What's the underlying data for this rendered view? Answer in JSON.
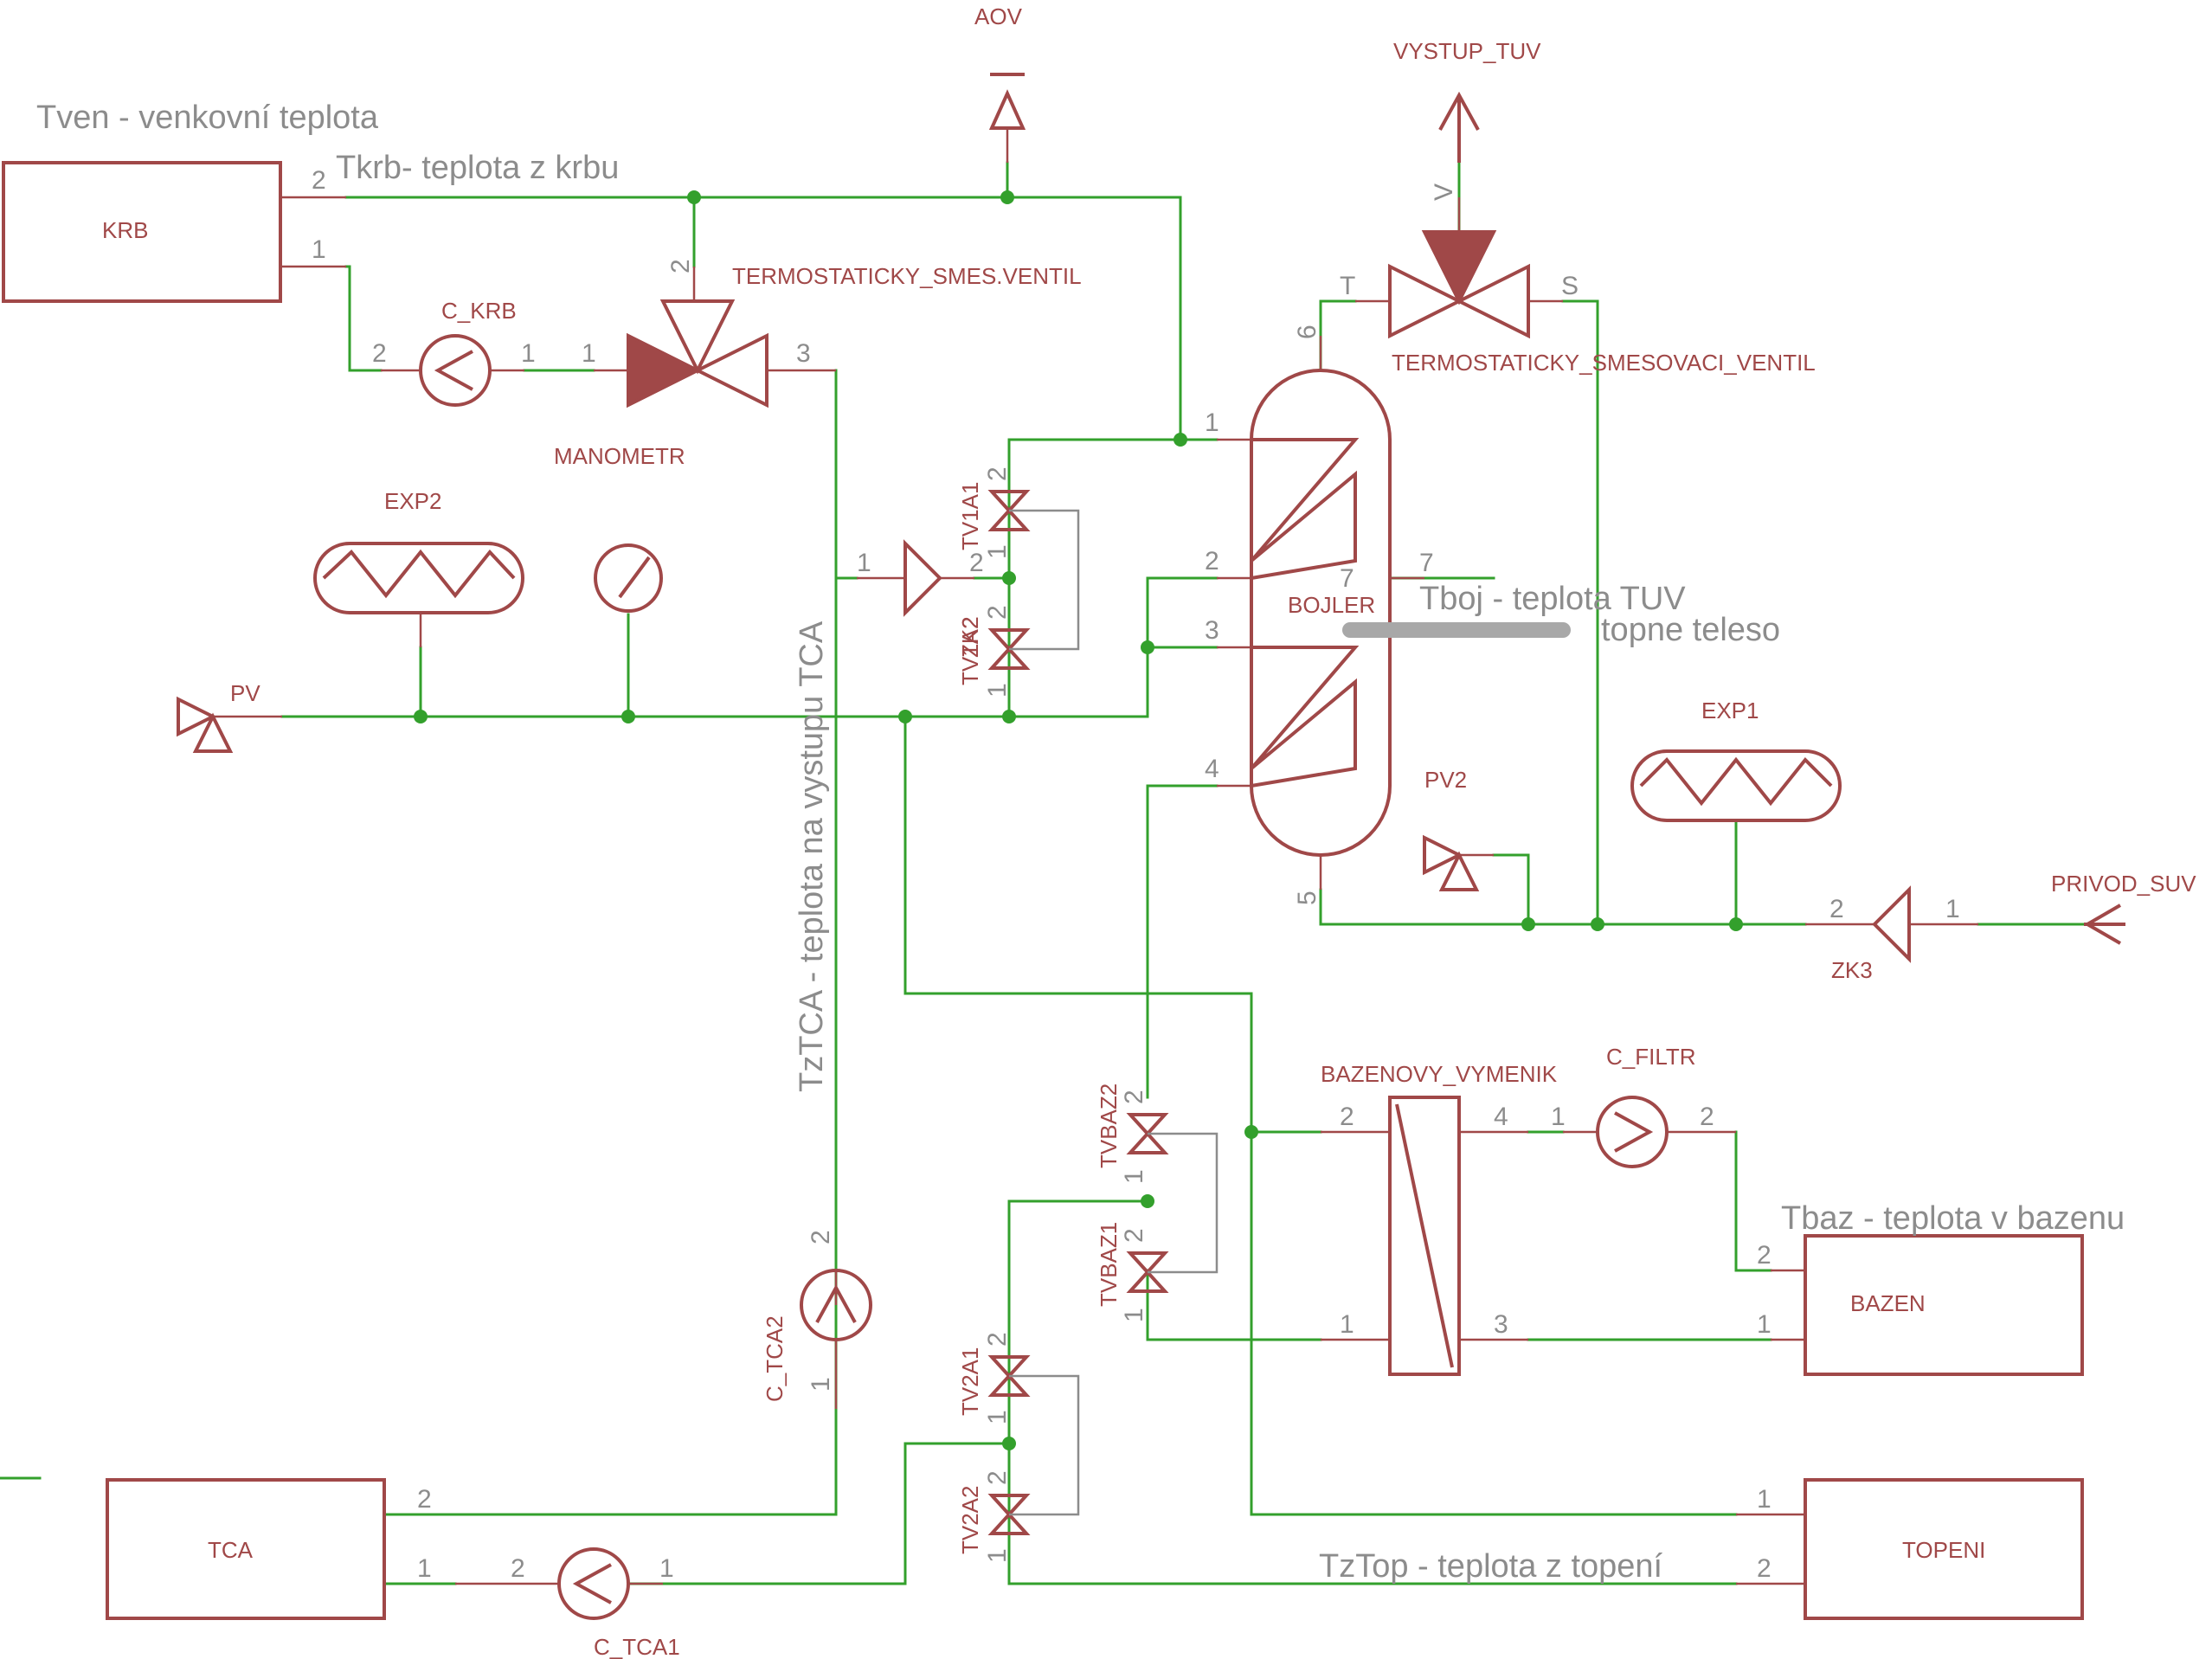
{
  "components": {
    "krb": "KRB",
    "c_krb": "C_KRB",
    "manometr": "MANOMETR",
    "termo_smes_ventil": "TERMOSTATICKY_SMES.VENTIL",
    "aov": "AOV",
    "exp2": "EXP2",
    "pv": "PV",
    "tv1a1": "TV1A1",
    "tv1a2": "TV1A2",
    "zk2": "ZK2",
    "bojler": "BOJLER",
    "vystup_tuv": "VYSTUP_TUV",
    "termo_smesovaci_ventil": "TERMOSTATICKY_SMESOVACI_VENTIL",
    "exp1": "EXP1",
    "pv2": "PV2",
    "zk3": "ZK3",
    "privod_suv": "PRIVOD_SUV",
    "bazenovy_vymenik": "BAZENOVY_VYMENIK",
    "c_filtr": "C_FILTR",
    "bazen": "BAZEN",
    "tvbaz1": "TVBAZ1",
    "tvbaz2": "TVBAZ2",
    "tv2a1": "TV2A1",
    "tv2a2": "TV2A2",
    "c_tca2": "C_TCA2",
    "tca": "TCA",
    "c_tca1": "C_TCA1",
    "topeni": "TOPENI"
  },
  "notes": {
    "tven": "Tven - venkovní teplota",
    "tkrb": "Tkrb- teplota z krbu",
    "tboj": "Tboj - teplota TUV",
    "topne_teleso": "topne teleso",
    "tztca": "TzTCA - teplota na vystupu TCA",
    "tbaz": "Tbaz - teplota v bazenu",
    "tztop": "TzTop - teplota z topení"
  },
  "pins": {
    "krb_2": "2",
    "krb_1": "1",
    "c_krb_2": "2",
    "c_krb_1": "1",
    "v1_1": "1",
    "v1_2": "2",
    "v1_3": "3",
    "tv1a1_2": "2",
    "tv1a1_1": "1",
    "tv1a2_2": "2",
    "tv1a2_1": "1",
    "zk2_1": "1",
    "zk2_2": "2",
    "boj_1": "1",
    "boj_2": "2",
    "boj_3": "3",
    "boj_4": "4",
    "boj_5": "5",
    "boj_6": "6",
    "boj_7a": "7",
    "boj_7b": "7",
    "v2_t": "T",
    "v2_s": "S",
    "v2_v": "V",
    "zk3_2": "2",
    "zk3_1": "1",
    "vym_2": "2",
    "vym_4": "4",
    "vym_1": "1",
    "vym_3": "3",
    "cf_1": "1",
    "cf_2": "2",
    "bazen_2": "2",
    "bazen_1": "1",
    "tvbaz2_2": "2",
    "tvbaz2_1": "1",
    "tvbaz1_2": "2",
    "tvbaz1_1": "1",
    "tv2a1_2": "2",
    "tv2a1_1": "1",
    "tv2a2_2": "2",
    "tv2a2_1": "1",
    "ctca2_2": "2",
    "ctca2_1": "1",
    "tca_2": "2",
    "tca_1": "1",
    "ctca1_2": "2",
    "ctca1_1": "1",
    "top_1": "1",
    "top_2": "2"
  },
  "colors": {
    "wire": "#33a02c",
    "symbol": "#a04848",
    "pin_text": "#8c8c8c"
  }
}
